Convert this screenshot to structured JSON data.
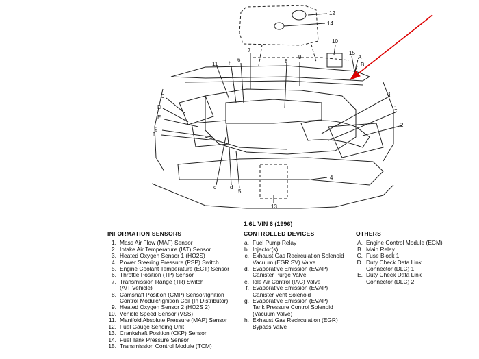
{
  "diagram": {
    "callouts": [
      "12",
      "14",
      "10",
      "7",
      "9",
      "15",
      "A",
      "B",
      "11",
      "h",
      "6",
      "8",
      "C",
      "3",
      "1",
      "D",
      "E",
      "2",
      "g",
      "f",
      "c",
      "d",
      "5",
      "4",
      "13"
    ]
  },
  "caption": "1.6L VIN 6 (1996)",
  "info_sensors": {
    "title": "INFORMATION SENSORS",
    "items": [
      {
        "key": "1.",
        "text": "Mass Air Flow (MAF) Sensor"
      },
      {
        "key": "2.",
        "text": "Intake Air Temperature (IAT) Sensor"
      },
      {
        "key": "3.",
        "text": "Heated Oxygen Sensor 1 (HO2S)"
      },
      {
        "key": "4.",
        "text": "Power Steering Pressure (PSP) Switch"
      },
      {
        "key": "5.",
        "text": "Engine Coolant Temperature (ECT) Sensor"
      },
      {
        "key": "6.",
        "text": "Throttle Position (TP) Sensor"
      },
      {
        "key": "7.",
        "text": "Transmission Range (TR) Switch\n(A/T Vehicle)"
      },
      {
        "key": "8.",
        "text": "Camshaft Position (CMP) Sensor/Ignition\nControl Module/Ignition Coil (In Distributor)"
      },
      {
        "key": "9.",
        "text": "Heated Oxygen Sensor 2 (HO2S 2)"
      },
      {
        "key": "10.",
        "text": "Vehicle Speed Sensor (VSS)"
      },
      {
        "key": "11.",
        "text": "Manifold Absolute Pressure (MAP) Sensor"
      },
      {
        "key": "12.",
        "text": "Fuel Gauge Sending Unit"
      },
      {
        "key": "13.",
        "text": "Crankshaft Position (CKP) Sensor"
      },
      {
        "key": "14.",
        "text": "Fuel Tank Pressure Sensor"
      },
      {
        "key": "15.",
        "text": "Transmission Control Module (TCM)"
      }
    ]
  },
  "controlled_devices": {
    "title": "CONTROLLED DEVICES",
    "items": [
      {
        "key": "a.",
        "text": "Fuel Pump Relay"
      },
      {
        "key": "b.",
        "text": "Injector(s)"
      },
      {
        "key": "c.",
        "text": "Exhaust Gas Recirculation Solenoid\nVacuum (EGR SV) Valve"
      },
      {
        "key": "d.",
        "text": "Evaporative Emission (EVAP)\nCanister Purge Valve"
      },
      {
        "key": "e.",
        "text": "Idle Air Control (IAC) Valve"
      },
      {
        "key": "f.",
        "text": "Evaporative Emission (EVAP)\nCanister Vent Solenoid"
      },
      {
        "key": "g.",
        "text": "Evaporative Emission (EVAP)\nTank Pressure Control Solenoid\n(Vacuum Valve)"
      },
      {
        "key": "h.",
        "text": "Exhaust Gas Recirculation (EGR)\nBypass Valve"
      }
    ]
  },
  "others": {
    "title": "OTHERS",
    "items": [
      {
        "key": "A.",
        "text": "Engine Control Module (ECM)"
      },
      {
        "key": "B.",
        "text": "Main Relay"
      },
      {
        "key": "C.",
        "text": "Fuse Block 1"
      },
      {
        "key": "D.",
        "text": "Duty Check Data Link\nConnector (DLC) 1"
      },
      {
        "key": "E.",
        "text": "Duty Check Data Link\nConnector (DLC) 2"
      }
    ]
  }
}
